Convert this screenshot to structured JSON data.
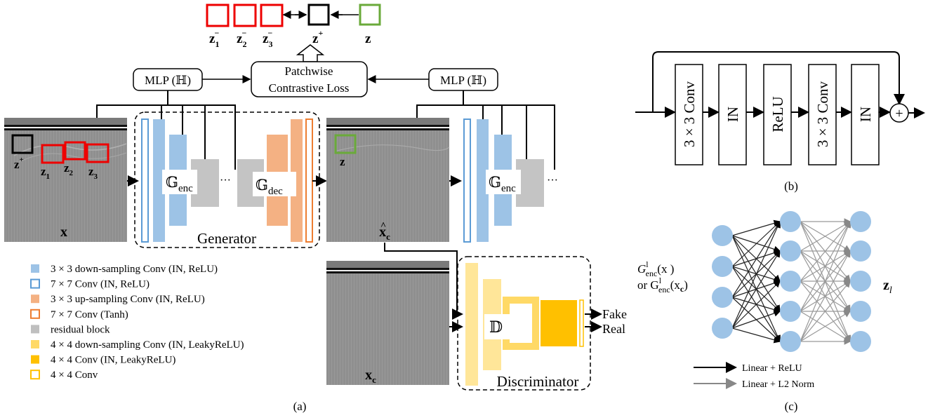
{
  "top": {
    "z_neg": [
      "z",
      "z",
      "z"
    ],
    "z_neg_sub": [
      "1",
      "2",
      "3"
    ],
    "z_pos": "z",
    "z": "z"
  },
  "panel_a": {
    "mlp_left": "MLP (ℍ)",
    "mlp_right": "MLP (ℍ)",
    "loss_line1": "Patchwise",
    "loss_line2": "Contrastive Loss",
    "x_label": "x",
    "xhat_label": "x",
    "xhat_sub": "c",
    "xc_label": "x",
    "xc_sub": "c",
    "g_enc": "𝔾",
    "g_enc_sub": "enc",
    "g_dec": "𝔾",
    "g_dec_sub": "dec",
    "g_enc2": "𝔾",
    "g_enc2_sub": "enc",
    "ellipsis": "···",
    "generator": "Generator",
    "discriminator": "Discriminator",
    "d_label": "𝔻",
    "fake": "Fake",
    "real": "Real",
    "caption": "(a)"
  },
  "legend": [
    {
      "text": "3 × 3 down-sampling Conv (IN, ReLU)",
      "color": "#9dc3e6",
      "style": "fill"
    },
    {
      "text": "7 × 7 Conv (IN, ReLU)",
      "color": "#5b9bd5",
      "style": "outline"
    },
    {
      "text": "3 × 3 up-sampling Conv (IN, ReLU)",
      "color": "#f4b183",
      "style": "fill"
    },
    {
      "text": "7 × 7 Conv (Tanh)",
      "color": "#ed7d31",
      "style": "outline"
    },
    {
      "text": "residual block",
      "color": "#bfbfbf",
      "style": "fill"
    },
    {
      "text": "4 × 4 down-sampling Conv (IN, LeakyReLU)",
      "color": "#ffd966",
      "style": "fill"
    },
    {
      "text": "4 × 4 Conv (IN, LeakyReLU)",
      "color": "#ffc000",
      "style": "fill"
    },
    {
      "text": "4 × 4 Conv",
      "color": "#ffc000",
      "style": "outline"
    }
  ],
  "panel_b": {
    "blocks": [
      "3 × 3 Conv",
      "IN",
      "ReLU",
      "3 × 3 Conv",
      "IN"
    ],
    "plus": "+",
    "caption": "(b)"
  },
  "panel_c": {
    "input_line1": "G",
    "input_line1_sub": "enc",
    "input_line1_sup": "l",
    "input_line1_arg": "(x )",
    "input_line2_prefix": "or G",
    "input_line2_arg": "(x",
    "output": "z",
    "output_sub": "l",
    "legend_relu": "Linear + ReLU",
    "legend_l2": "Linear + L2 Norm",
    "caption": "(c)"
  }
}
